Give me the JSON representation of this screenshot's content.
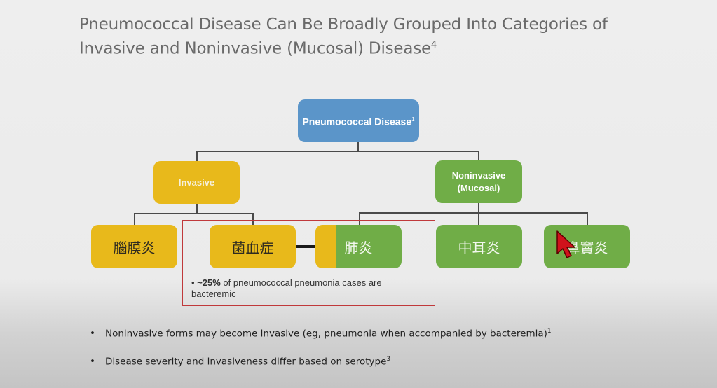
{
  "title": {
    "line1": "Pneumococcal Disease Can Be Broadly Grouped Into Categories of",
    "line2": "Invasive and Noninvasive (Mucosal) Disease",
    "ref": "4"
  },
  "diagram": {
    "root": {
      "label": "Pneumococcal Disease",
      "ref": "1",
      "color": "#5b95c9"
    },
    "invasive": {
      "label": "Invasive",
      "color": "#e8b91b"
    },
    "noninvasive": {
      "line1": "Noninvasive",
      "line2": "(Mucosal)",
      "color": "#70ad47"
    },
    "leaves": {
      "meningitis": "腦膜炎",
      "bacteremia": "菌血症",
      "pneumonia": "肺炎",
      "otitis_media": "中耳炎",
      "sinusitis": "鼻竇炎"
    }
  },
  "callout": {
    "bullet": "•",
    "bold": "~25%",
    "text": " of pneumococcal pneumonia cases are bacteremic",
    "border_color": "#c0393b"
  },
  "bullets": [
    {
      "mark": "•",
      "text": "Noninvasive forms may become invasive (eg, pneumonia when accompanied by bacteremia)",
      "ref": "1"
    },
    {
      "mark": "•",
      "text": "Disease severity and invasiveness differ based on serotype",
      "ref": "3"
    }
  ],
  "cursor": {
    "icon": "mouse-pointer-icon",
    "color": "#d0121b"
  }
}
